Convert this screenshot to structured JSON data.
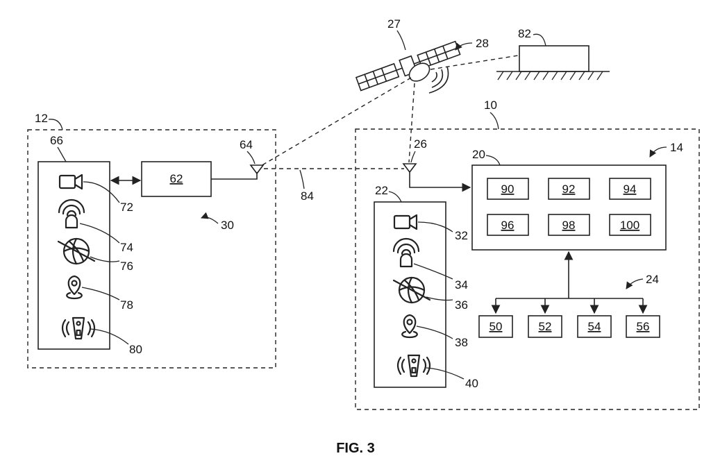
{
  "caption": "FIG. 3",
  "labels": {
    "system_10": "10",
    "remote_12": "12",
    "controller_14": "14",
    "controller_20": "20",
    "sensors_22": "22",
    "actuators_24": "24",
    "antenna_26": "26",
    "satellite_27": "27",
    "satellite_system_28": "28",
    "remote_system_30": "30",
    "camera_32": "32",
    "radar_34": "34",
    "lidar_36": "36",
    "gps_38": "38",
    "ultrasonic_40": "40",
    "antenna_64": "64",
    "remote_sensors_66": "66",
    "camera_72": "72",
    "radar_74": "74",
    "lidar_76": "76",
    "gps_78": "78",
    "ultrasonic_80": "80",
    "ground_station_82": "82",
    "link_84": "84"
  },
  "boxes": {
    "processor_62": "62",
    "m90": "90",
    "m92": "92",
    "m94": "94",
    "m96": "96",
    "m98": "98",
    "m100": "100",
    "a50": "50",
    "a52": "52",
    "a54": "54",
    "a56": "56"
  },
  "icons": [
    "camera-icon",
    "radar-icon",
    "lidar-icon",
    "gps-pin-icon",
    "ultrasonic-icon",
    "antenna-icon",
    "satellite-icon",
    "ground-station-icon"
  ]
}
